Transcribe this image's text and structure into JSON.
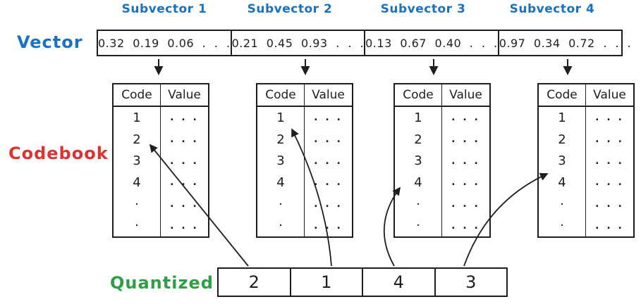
{
  "colors": {
    "blue": "#1971c2",
    "red": "#e03131",
    "green": "#2f9e44",
    "ink": "#1e1e1e"
  },
  "vector": {
    "label": "Vector",
    "subvectors": [
      {
        "label": "Subvector 1",
        "values": "0.32 0.19 0.06 . . ."
      },
      {
        "label": "Subvector 2",
        "values": "0.21 0.45 0.93 . . ."
      },
      {
        "label": "Subvector 3",
        "values": "0.13 0.67 0.40 . . ."
      },
      {
        "label": "Subvector 4",
        "values": "0.97 0.34 0.72 . . ."
      }
    ]
  },
  "codebook": {
    "label": "Codebook",
    "headers": [
      "Code",
      "Value"
    ],
    "codes": [
      "1",
      "2",
      "3",
      "4",
      "·",
      "·"
    ],
    "value_dots": ". . .",
    "selected_codes": [
      "2",
      "1",
      "4",
      "3"
    ]
  },
  "quantized": {
    "label": "Quantized",
    "values": [
      "2",
      "1",
      "4",
      "3"
    ]
  }
}
